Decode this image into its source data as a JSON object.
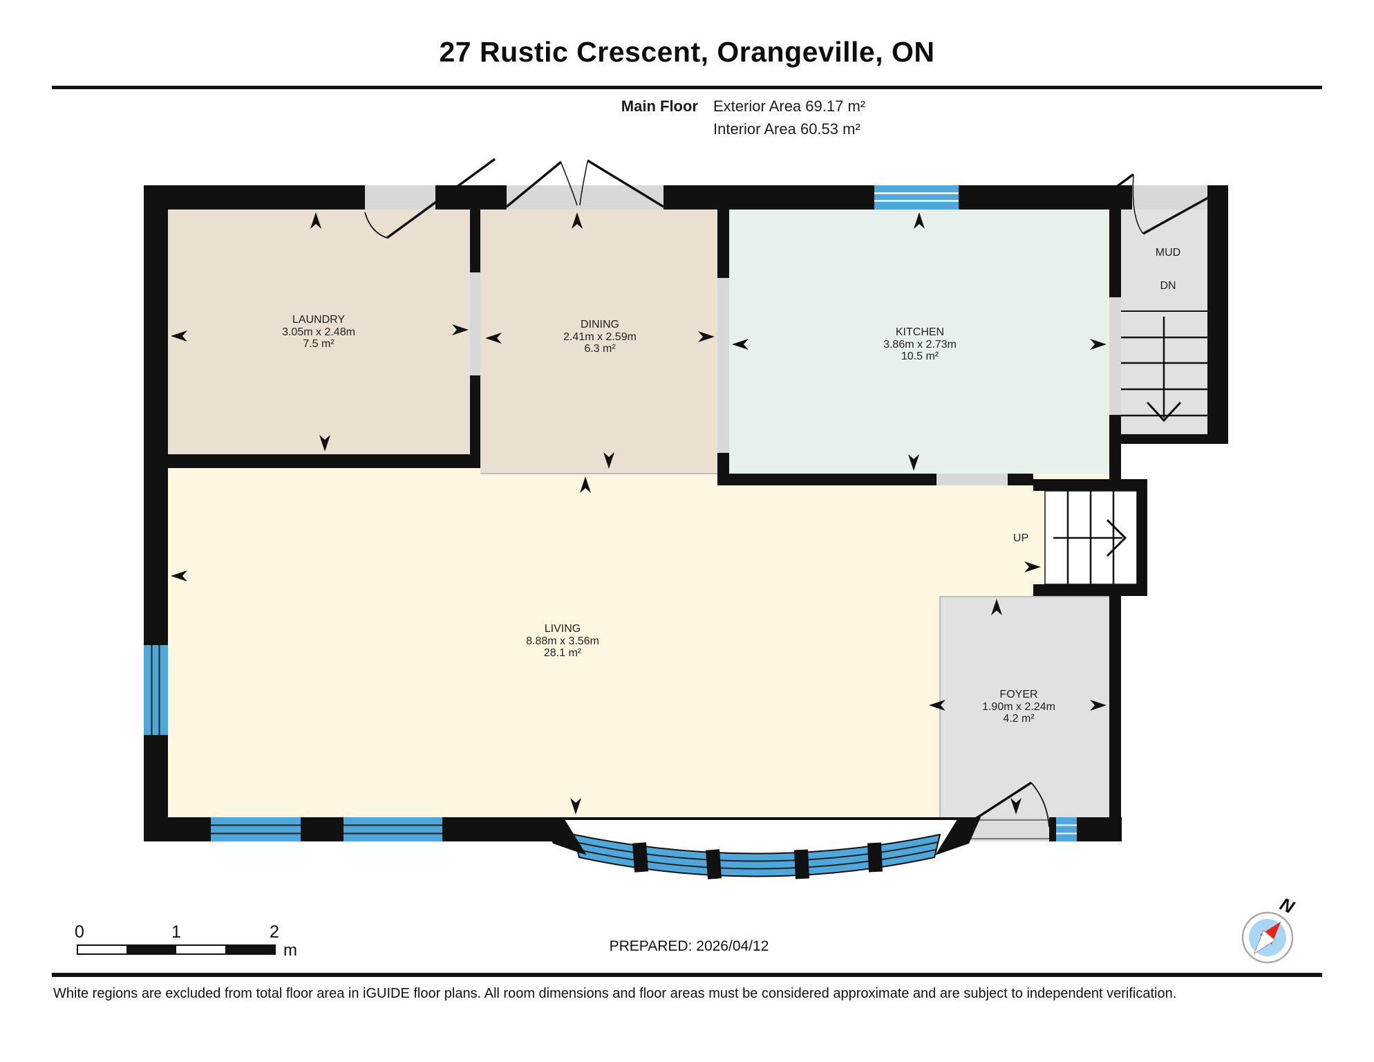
{
  "header": {
    "title": "27 Rustic Crescent, Orangeville, ON",
    "floor_label": "Main Floor",
    "exterior_area": "Exterior Area 69.17 m²",
    "interior_area": "Interior Area 60.53 m²"
  },
  "rooms": {
    "laundry": {
      "name": "LAUNDRY",
      "dims": "3.05m x 2.48m",
      "area": "7.5 m²"
    },
    "dining": {
      "name": "DINING",
      "dims": "2.41m x 2.59m",
      "area": "6.3 m²"
    },
    "kitchen": {
      "name": "KITCHEN",
      "dims": "3.86m x 2.73m",
      "area": "10.5 m²"
    },
    "living": {
      "name": "LIVING",
      "dims": "8.88m x 3.56m",
      "area": "28.1 m²"
    },
    "foyer": {
      "name": "FOYER",
      "dims": "1.90m x 2.24m",
      "area": "4.2 m²"
    },
    "mud": {
      "name": "MUD"
    }
  },
  "stairs": {
    "up_label": "UP",
    "down_label": "DN"
  },
  "scale_bar": {
    "tick0": "0",
    "tick1": "1",
    "tick2": "2",
    "unit": "m"
  },
  "compass": {
    "north_label": "N"
  },
  "footer": {
    "prepared": "PREPARED: 2026/04/12",
    "disclaimer": "White regions are excluded from total floor area in iGUIDE floor plans. All room dimensions and floor areas must be considered approximate and are subject to independent verification."
  },
  "colors": {
    "wall": "#111111",
    "laundry_dining_floor": "#e9e0d1",
    "kitchen_floor": "#e7f0ea",
    "living_floor": "#fdf7e2",
    "gray_floor": "#e1e1e1",
    "opening": "#d8d8d8",
    "window_blue": "#4fa7da",
    "compass_blue": "#a9d6f5",
    "needle_red": "#e8231a"
  }
}
